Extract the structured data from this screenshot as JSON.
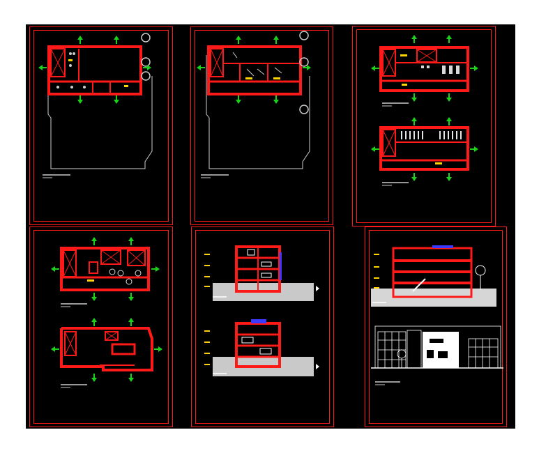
{
  "drawing": {
    "background": "#000000",
    "line_color": "#ff1a1a",
    "arrow_color": "#19d219",
    "sheets": [
      {
        "id": "sheet-1",
        "content": "site-plan-ground-floor"
      },
      {
        "id": "sheet-2",
        "content": "site-plan-first-floor"
      },
      {
        "id": "sheet-3",
        "content": "upper-floor-plans"
      },
      {
        "id": "sheet-4",
        "content": "floor-and-roof-plans"
      },
      {
        "id": "sheet-5",
        "content": "building-sections"
      },
      {
        "id": "sheet-6",
        "content": "section-and-elevation"
      }
    ]
  }
}
